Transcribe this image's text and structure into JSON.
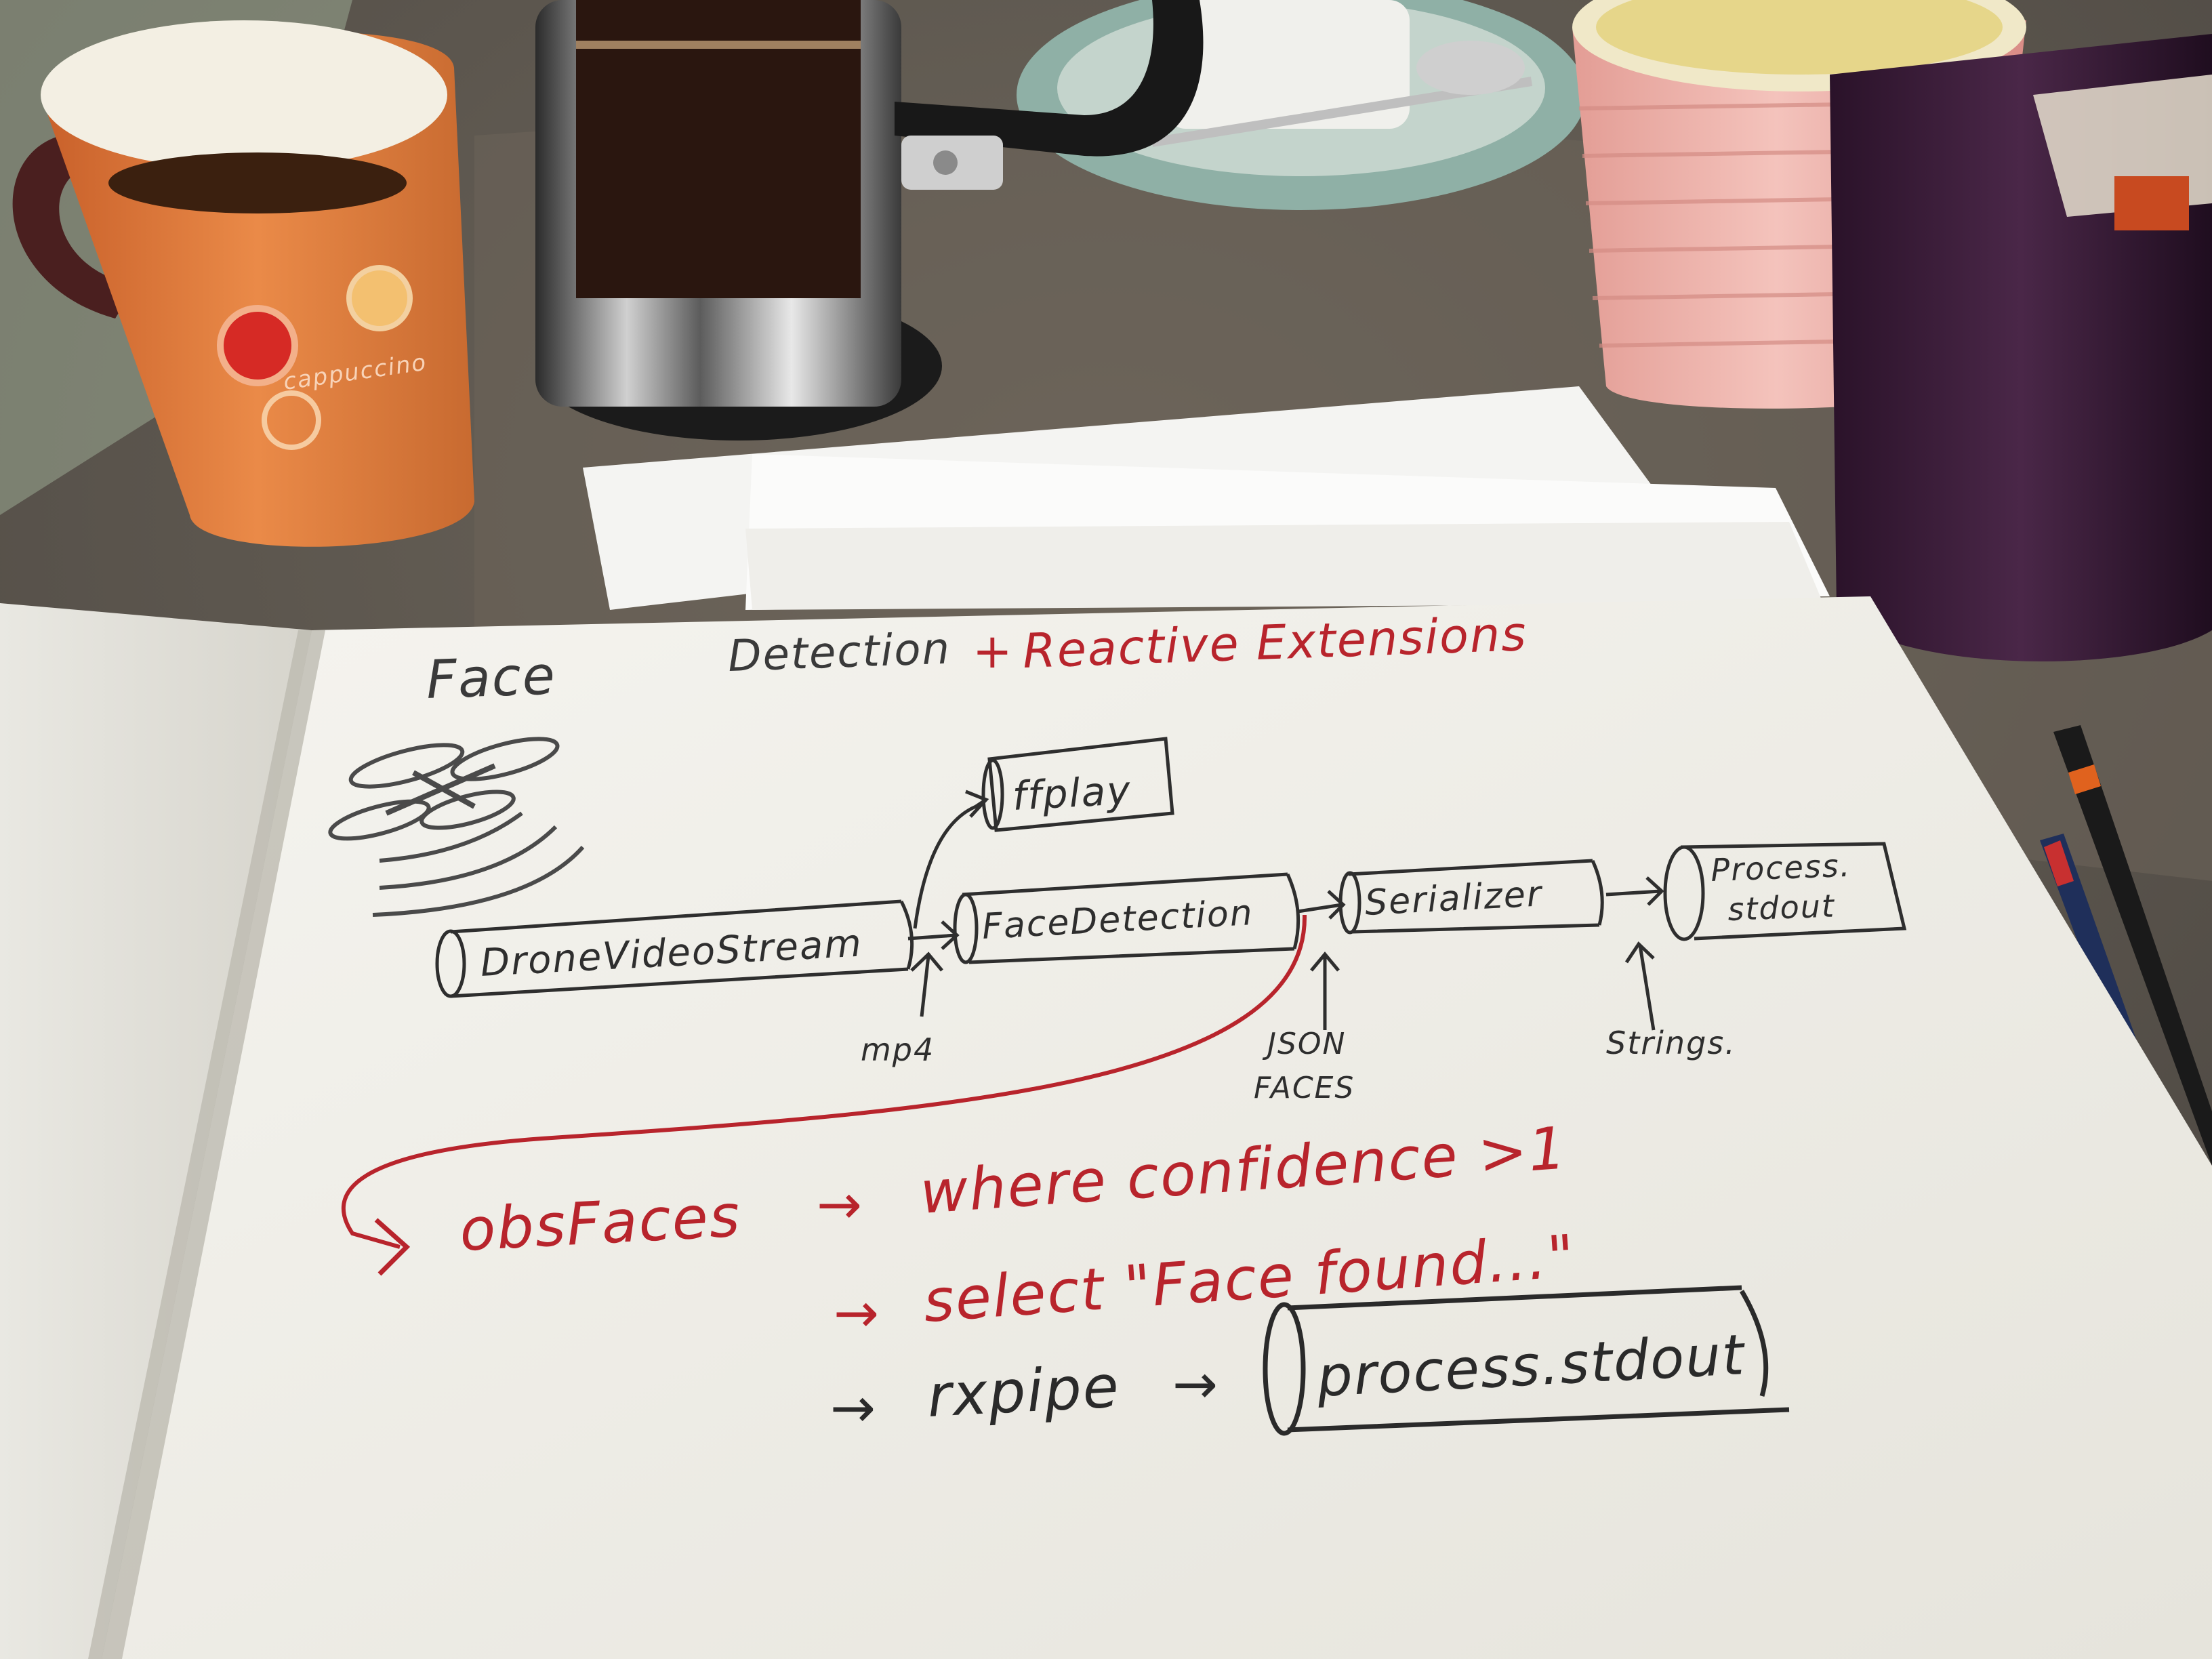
{
  "mug_text": "cappuccino",
  "notebook": {
    "title": {
      "face": "Face",
      "detection": "Detection",
      "plus": "+",
      "reactive_extensions": "Reactive Extensions"
    },
    "pipeline": {
      "drone_video_stream": "DroneVideoStream",
      "ffplay": "ffplay",
      "face_detection": "FaceDetection",
      "serializer": "Serializer",
      "process_stdout_line1": "Process.",
      "process_stdout_line2": "stdout",
      "label_mp4": "mp4",
      "label_json": "JSON",
      "label_faces": "FACES",
      "label_strings": "Strings."
    },
    "query": {
      "obs_faces": "obsFaces",
      "arrow": "→",
      "where": "where confidence >1",
      "select": "select \"Face found...\"",
      "rxpipe": "rxpipe",
      "process_stdout": "process.stdout"
    }
  },
  "colors": {
    "ink_black": "#2a2a2a",
    "ink_red": "#b8242c",
    "paper": "#f1f0ea",
    "table": "#5b554c",
    "mug_orange": "#d9753a",
    "mug_pink": "#eaaaa2",
    "glass_purple": "#3a1d3a"
  }
}
